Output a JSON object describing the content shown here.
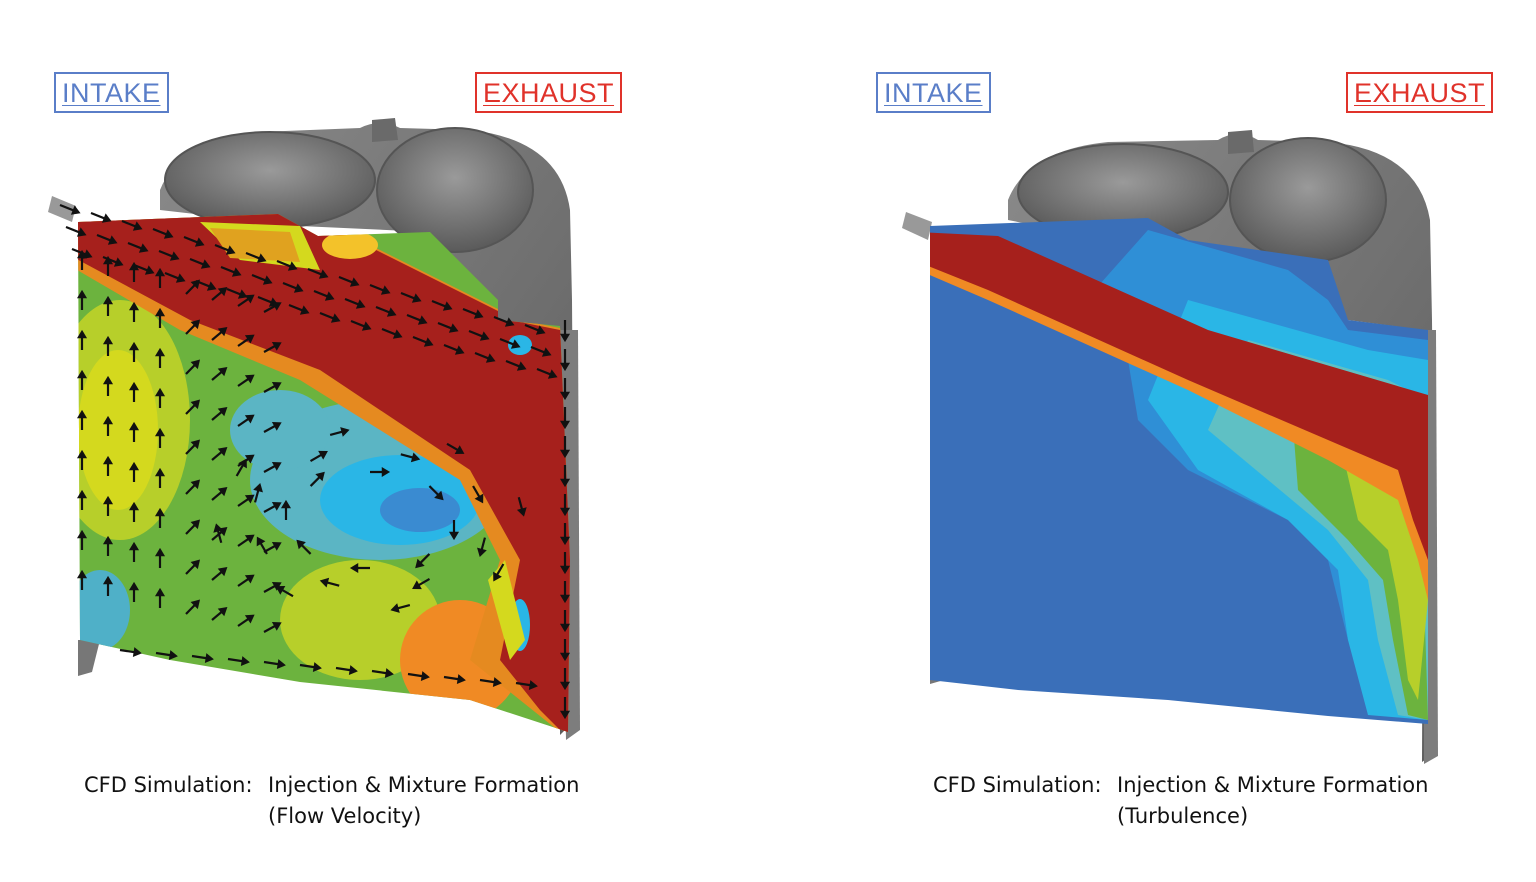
{
  "panels": [
    {
      "intake_label": "INTAKE",
      "exhaust_label": "EXHAUST",
      "caption_prefix": "CFD Simulation:",
      "caption_line1": "Injection & Mixture Formation",
      "caption_line2": "(Flow Velocity)"
    },
    {
      "intake_label": "INTAKE",
      "exhaust_label": "EXHAUST",
      "caption_prefix": "CFD Simulation:",
      "caption_line1": "Injection & Mixture Formation",
      "caption_line2": "(Turbulence)"
    }
  ],
  "colors": {
    "intake": "#5a7ec8",
    "exhaust": "#e0322a",
    "contour_red": "#a6201c",
    "contour_orange": "#f08a24",
    "contour_yellow": "#d4d91e",
    "contour_green": "#6cb33e",
    "contour_cyan": "#2ab6e6",
    "contour_blue": "#3a6fb9",
    "geometry_gray": "#7a7a7a"
  },
  "icons": {
    "vectors": "flow-vector-arrows-icon",
    "cylinder": "cylinder-head-icon"
  }
}
